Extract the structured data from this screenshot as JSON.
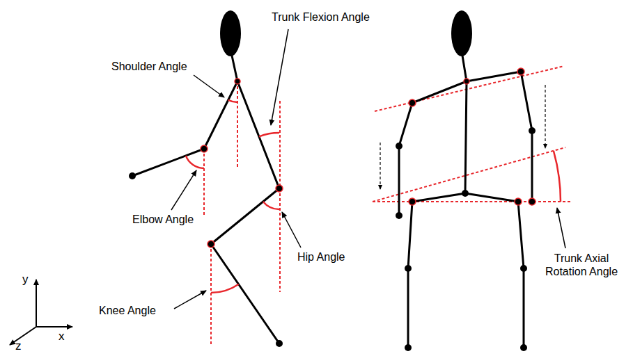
{
  "diagram": {
    "labels": [
      "Shoulder Angle",
      "Trunk Flexion Angle",
      "Elbow Angle",
      "Hip Angle",
      "Knee Angle",
      "Trunk Axial Rotation Angle",
      "y",
      "x",
      "z"
    ]
  }
}
